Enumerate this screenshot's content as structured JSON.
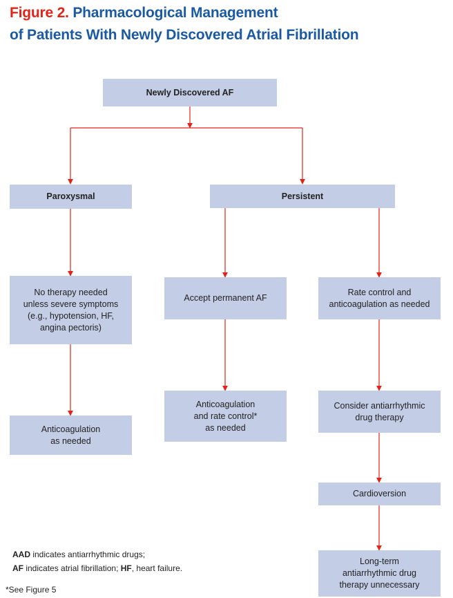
{
  "figure": {
    "label": "Figure 2.",
    "title_line1": "Pharmacological Management",
    "title_line2": "of Patients With Newly Discovered Atrial Fibrillation"
  },
  "colors": {
    "title_label": "#e2231a",
    "title_text": "#1b5aa3",
    "box_fill": "#c3cde6",
    "connector": "#e2231a"
  },
  "nodes": {
    "root": "Newly Discovered AF",
    "paroxysmal": "Paroxysmal",
    "persistent": "Persistent",
    "no_therapy": "No therapy needed\nunless severe symptoms\n(e.g., hypotension, HF,\nangina pectoris)",
    "anticoag_paroxysmal": "Anticoagulation\nas needed",
    "accept_permanent": "Accept permanent AF",
    "anticoag_rate": "Anticoagulation\nand rate control*\nas needed",
    "rate_control": "Rate control and\nanticoagulation as needed",
    "consider_aad": "Consider antiarrhythmic\ndrug therapy",
    "cardioversion": "Cardioversion",
    "long_term": "Long-term\nantiarrhythmic drug\ntherapy unnecessary"
  },
  "footnotes": {
    "aad_abbr": "AAD",
    "aad_text": " indicates antiarrhythmic drugs;",
    "af_abbr": "AF",
    "af_text": " indicates atrial fibrillation; ",
    "hf_abbr": "HF",
    "hf_text": ", heart failure.",
    "see_figure": "*See Figure 5"
  }
}
